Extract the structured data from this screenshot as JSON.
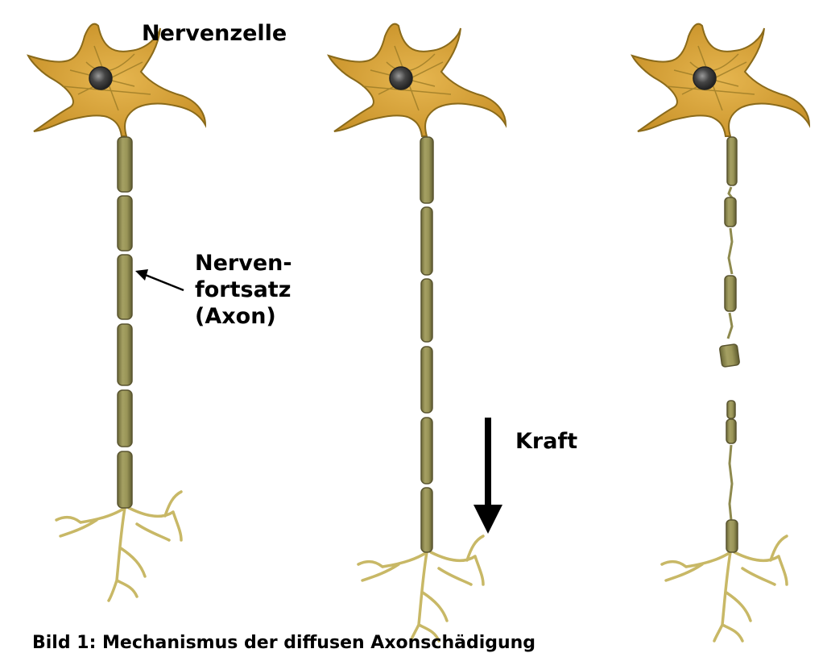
{
  "labels": {
    "cell_body": "Nervenzelle",
    "axon_line1": "Nerven-",
    "axon_line2": "fortsatz",
    "axon_line3": "(Axon)",
    "force": "Kraft"
  },
  "caption": "Bild 1: Mechanismus der diffusen Axonschädigung",
  "colors": {
    "soma_fill": "#d9a53a",
    "soma_outline": "#8a6a1a",
    "dendrite": "#c8b866",
    "axon_fill": "#8e8a4e",
    "axon_outline": "#5a5530",
    "nucleus": "#3a3a3a",
    "arrow": "#000000"
  },
  "icons": [
    "down-arrow-icon",
    "pointer-arrow-icon"
  ]
}
